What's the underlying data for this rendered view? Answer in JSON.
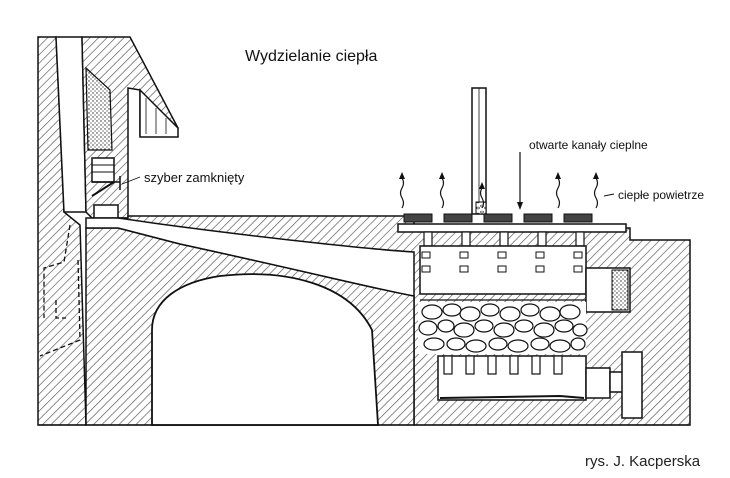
{
  "title": "Wydzielanie ciepła",
  "labels": {
    "damper": "szyber zamknięty",
    "channels": "otwarte kanały cieplne",
    "warm_air": "ciepłe powietrze"
  },
  "credit": "rys. J. Kacperska",
  "colors": {
    "ink": "#111111",
    "masonry_hatch": "#555555",
    "background": "#ffffff"
  },
  "icons": {
    "rising_air": "wavy-up-arrow-icon",
    "channel_marker": "down-arrow-icon"
  }
}
